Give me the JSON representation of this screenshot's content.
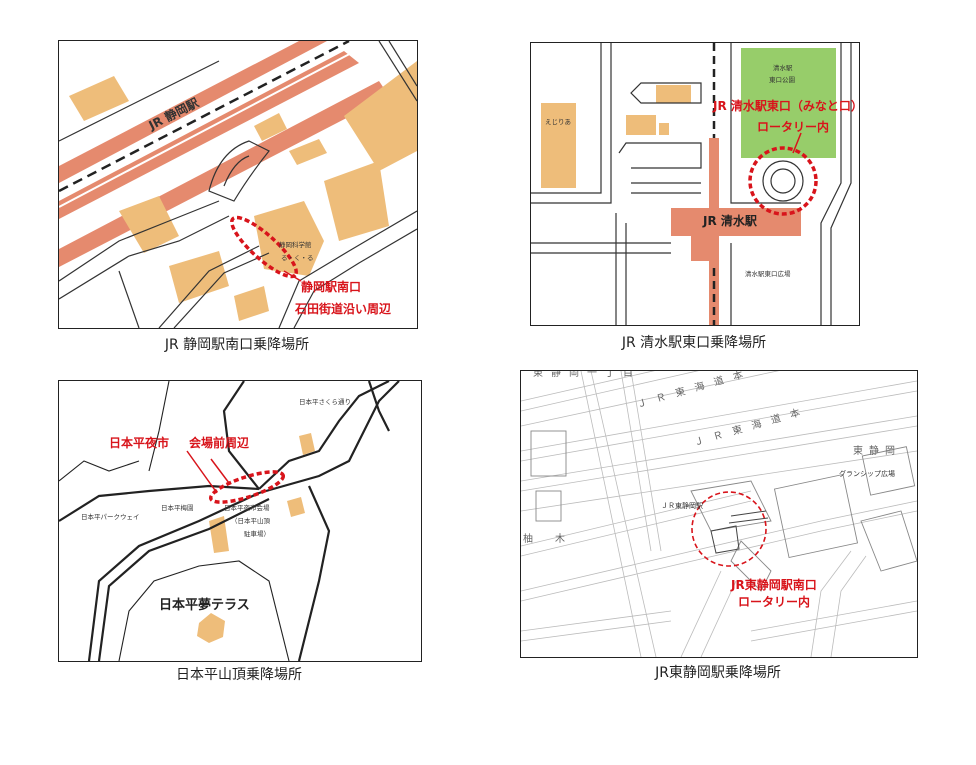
{
  "panels": {
    "shizuoka": {
      "caption": "JR 静岡駅南口乗降場所",
      "station_label": "JR 静岡駅",
      "museum_label_1": "静岡科学館",
      "museum_label_2": "る・く・る",
      "point_label_1": "静岡駅南口",
      "point_label_2": "石田街道沿い周辺"
    },
    "shimizu": {
      "caption": "JR 清水駅東口乗降場所",
      "station_label": "JR 清水駅",
      "park_label_1": "清水駅",
      "park_label_2": "東口公園",
      "s_pulse_label": "えじりあ",
      "plaza_label": "清水駅東口広場",
      "point_label_1": "JR 清水駅東口（みなと口）",
      "point_label_2": "ロータリー内"
    },
    "nihondaira": {
      "caption": "日本平山頂乗降場所",
      "street_label": "日本平さくら通り",
      "parkway_label": "日本平パークウェイ",
      "plum_label": "日本平梅園",
      "venue_label_1": "日本平夜市会場",
      "venue_label_2": "（日本平山頂",
      "venue_label_3": "駐車場）",
      "terrace_label": "日本平夢テラス",
      "point_label_1": "日本平夜市",
      "point_label_2": "会場前周辺"
    },
    "higashi": {
      "caption": "JR東静岡駅乗降場所",
      "station_label": "ＪＲ東静岡駅",
      "tokaido_label_1": "Ｊ　Ｒ　東　海　道　本",
      "tokaido_label_2": "Ｊ　Ｒ　東　海　道　本",
      "town_label": "東静岡一丁目",
      "area_label": "東静岡",
      "grand_label": "グランシップ広場",
      "yuzuki_label": "柚　木",
      "point_label_1": "JR東静岡駅南口",
      "point_label_2": "ロータリー内"
    }
  },
  "colors": {
    "building": "#eebd7a",
    "rail": "#e58a6e",
    "park": "#97cd6a",
    "marker": "#d8141b",
    "road": "#333333"
  }
}
